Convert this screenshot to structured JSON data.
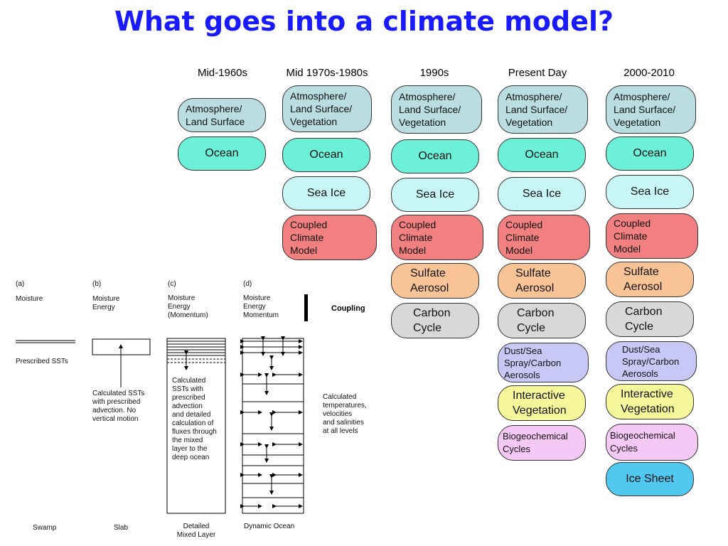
{
  "title": "What goes into a climate model?",
  "columns": [
    {
      "era": "Mid-1960s",
      "components": [
        "Atmosphere/\nLand Surface",
        "Ocean"
      ]
    },
    {
      "era": "Mid 1970s-1980s",
      "components": [
        "Atmosphere/\nLand Surface/\nVegetation",
        "Ocean",
        "Sea Ice",
        "Coupled\nClimate\nModel"
      ]
    },
    {
      "era": "1990s",
      "components": [
        "Atmosphere/\nLand Surface/\nVegetation",
        "Ocean",
        "Sea Ice",
        "Coupled\nClimate\nModel",
        "Sulfate\nAerosol",
        "Carbon\nCycle"
      ]
    },
    {
      "era": "Present Day",
      "components": [
        "Atmosphere/\nLand Surface/\nVegetation",
        "Ocean",
        "Sea Ice",
        "Coupled\nClimate\nModel",
        "Sulfate\nAerosol",
        "Carbon\nCycle",
        "Dust/Sea\nSpray/Carbon\nAerosols",
        "Interactive\nVegetation",
        "Biogeochemical\nCycles"
      ]
    },
    {
      "era": "2000-2010",
      "components": [
        "Atmosphere/\nLand Surface/\nVegetation",
        "Ocean",
        "Sea Ice",
        "Coupled\nClimate\nModel",
        "Sulfate\nAerosol",
        "Carbon\nCycle",
        "Dust/Sea\nSpray/Carbon\nAerosols",
        "Interactive\nVegetation",
        "Biogeochemical\nCycles",
        "Ice Sheet"
      ]
    }
  ],
  "component_colors": {
    "atmosphere": "#b9dde0",
    "ocean": "#6cf0d8",
    "sea_ice": "#c8f6f6",
    "coupled": "#f28080",
    "sulfate": "#f8c496",
    "carbon": "#d8d8d8",
    "dust": "#c8c8f6",
    "vegetation": "#f6f69a",
    "biogeo": "#f6c8f6",
    "ice_sheet": "#50c8f0"
  },
  "ocean_models": {
    "panels": [
      "(a)",
      "(b)",
      "(c)",
      "(d)"
    ],
    "couplings": [
      "Moisture",
      "Moisture\nEnergy",
      "Moisture\nEnergy\n(Momentum)",
      "Moisture\nEnergy\nMomentum"
    ],
    "coupling_label": "Coupling",
    "descriptions": [
      "Prescribed SSTs",
      "Calculated SSTs\nwith prescribed\nadvection. No\nvertical motion",
      "Calculated\nSSTs with\nprescribed\nadvection\nand detailed\ncalculation of\nfluxes through\nthe mixed\nlayer to the\ndeep ocean",
      "Calculated\ntemperatures,\nvelocities\nand salinities\nat all levels"
    ],
    "names": [
      "Swamp",
      "Slab",
      "Detailed\nMixed Layer",
      "Dynamic Ocean"
    ]
  }
}
